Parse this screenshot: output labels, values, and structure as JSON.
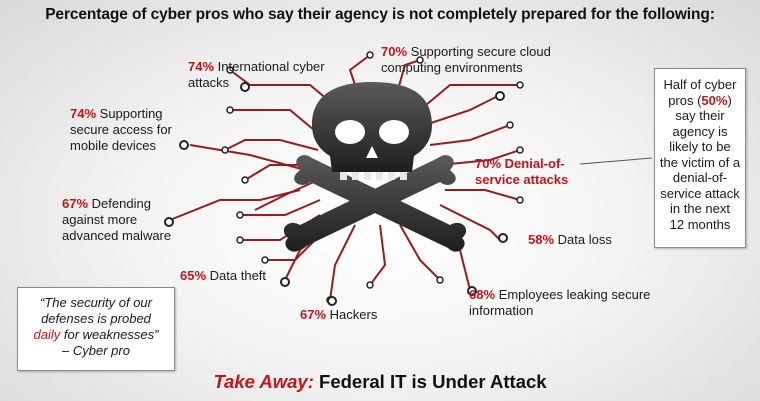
{
  "title": "Percentage of cyber pros who say their agency is not completely prepared for the following:",
  "items": [
    {
      "pct": "74%",
      "text": "International cyber",
      "text2": "attacks"
    },
    {
      "pct": "70%",
      "text": "Supporting secure cloud",
      "text2": "computing environments"
    },
    {
      "pct": "74%",
      "text": "Supporting",
      "text2": "secure access for",
      "text3": "mobile devices"
    },
    {
      "pct": "70%",
      "text": "Denial-of-",
      "text2": "service attacks"
    },
    {
      "pct": "67%",
      "text": "Defending",
      "text2": "against more",
      "text3": "advanced malware"
    },
    {
      "pct": "58%",
      "text": "Data loss"
    },
    {
      "pct": "65%",
      "text": "Data theft"
    },
    {
      "pct": "68%",
      "text": "Employees leaking secure",
      "text2": "information"
    },
    {
      "pct": "67%",
      "text": "Hackers"
    }
  ],
  "sidebox": {
    "line1": "Half of cyber",
    "line2a": "pros (",
    "pct": "50%",
    "line2b": ")",
    "line3": "say their",
    "line4": "agency is",
    "line5": "likely to be",
    "line6": "the victim of a",
    "line7": "denial-of-",
    "line8": "service attack",
    "line9": "in the next",
    "line10": "12 months"
  },
  "quote": {
    "line1": "“The security of our",
    "line2": "defenses is probed",
    "daily": "daily",
    "line3b": " for weaknesses”",
    "line4": "– Cyber pro"
  },
  "takeaway": {
    "label": "Take Away:",
    "text": "Federal IT is Under Attack"
  },
  "colors": {
    "accent": "#c0161b",
    "text": "#1a1a1a",
    "skull": "#2e2e2e",
    "traces": "#9a1b1e"
  }
}
